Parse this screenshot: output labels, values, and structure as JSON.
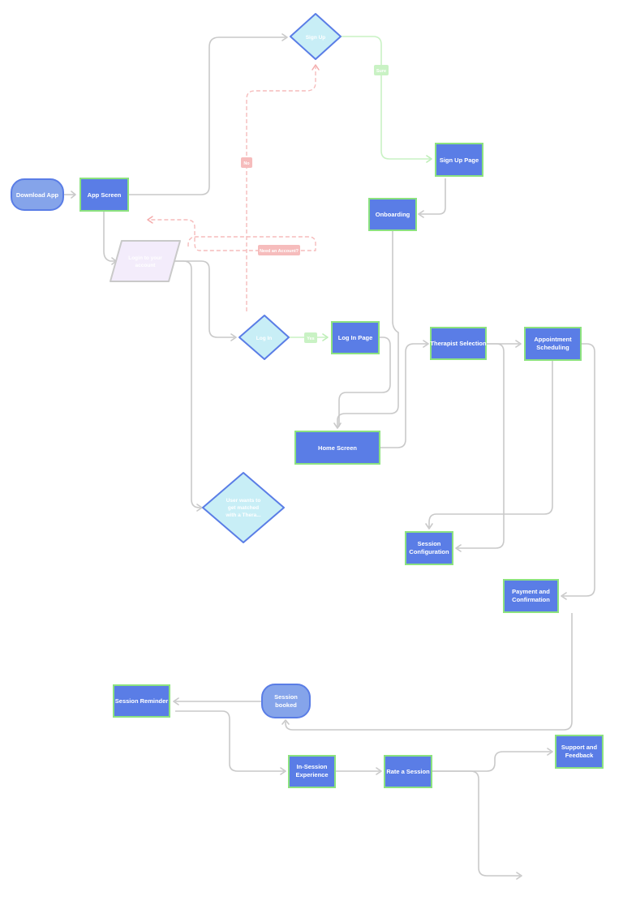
{
  "nodes": {
    "download_app": "Download App",
    "app_screen": "App Screen",
    "sign_up": "Sign Up",
    "sign_up_page": "Sign Up Page",
    "onboarding": "Onboarding",
    "login_account": [
      "Login to your",
      "account"
    ],
    "log_in": "Log In",
    "log_in_page": "Log In Page",
    "therapist_selection": "Therapist Selection",
    "appointment_scheduling": [
      "Appointment",
      "Scheduling"
    ],
    "home_screen": "Home Screen",
    "user_wants": [
      "User wants to",
      "get matched",
      "with a Thera..."
    ],
    "session_configuration": [
      "Session",
      "Configuration"
    ],
    "payment_confirmation": [
      "Payment and",
      "Confirmation"
    ],
    "session_booked": [
      "Session",
      "booked"
    ],
    "session_reminder": "Session Reminder",
    "in_session": [
      "In-Session",
      "Experience"
    ],
    "rate_session": "Rate a Session",
    "support_feedback": [
      "Support and",
      "Feedback"
    ]
  },
  "edge_labels": {
    "sign_up_yes": "Sure",
    "no": "No",
    "need_account": "Need an Account?",
    "log_in_yes": "Yes"
  },
  "colors": {
    "node_fill": "#5a7de6",
    "node_border": "#8ce27f",
    "terminal_fill": "#85a4ea",
    "diamond_fill": "#c8eef6",
    "connector": "#c9c9c9",
    "yes_connector": "#c9f2c4",
    "no_connector": "#f6bcbc"
  }
}
